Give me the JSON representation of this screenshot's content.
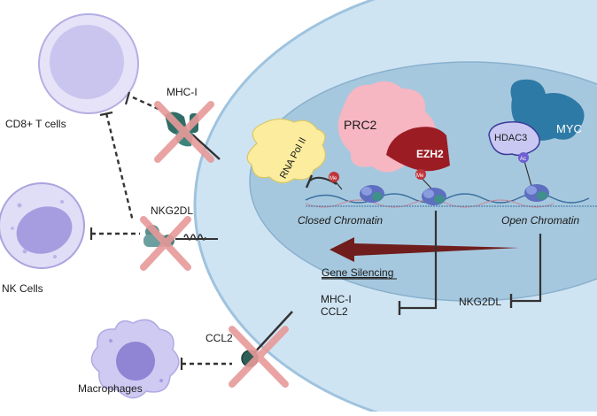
{
  "labels": {
    "cd8": "CD8+ T cells",
    "nk": "NK Cells",
    "macrophages": "Macrophages",
    "mhc1": "MHC-I",
    "nkg2dl": "NKG2DL",
    "ccl2": "CCL2",
    "prc2": "PRC2",
    "ezh2": "EZH2",
    "rnapol": "RNA Pol II",
    "hdac3": "HDAC3",
    "myc": "MYC",
    "ac": "Ac",
    "me": "Me",
    "closed": "Closed Chromatin",
    "open": "Open Chromatin",
    "silencing": "Gene Silencing",
    "out_mhc1": "MHC-I",
    "out_ccl2": "CCL2",
    "out_nkg2dl": "NKG2DL"
  },
  "colors": {
    "tumor_outer": "#cfe4f3",
    "nucleus": "#a6c8de",
    "t_cell": "#c9c5ee",
    "nk_cell": "#b7b0e8",
    "macrophage": "#b9b2e6",
    "prc2": "#f6b6c2",
    "ezh2": "#9b1d23",
    "rnapol": "#fbec9e",
    "myc": "#2e7aa6",
    "hdac3": "#c8c8f2",
    "arrow": "#6f1d1d",
    "cross": "#e79a9a"
  }
}
